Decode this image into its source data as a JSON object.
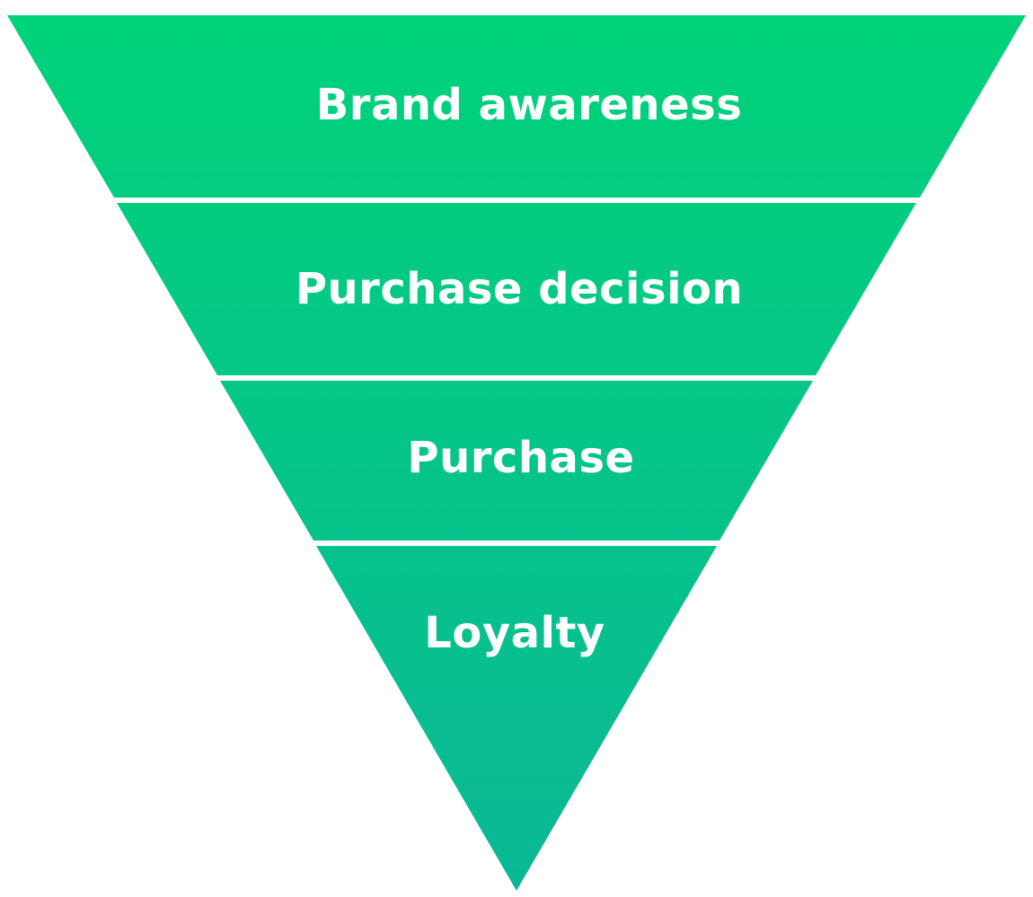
{
  "funnel": {
    "colors": {
      "gradient_top": "#00D27A",
      "gradient_bottom": "#0BB896",
      "separator": "#ffffff",
      "label": "#ffffff"
    },
    "stages": [
      {
        "label": "Brand awareness"
      },
      {
        "label": "Purchase decision"
      },
      {
        "label": "Purchase"
      },
      {
        "label": "Loyalty"
      }
    ]
  }
}
